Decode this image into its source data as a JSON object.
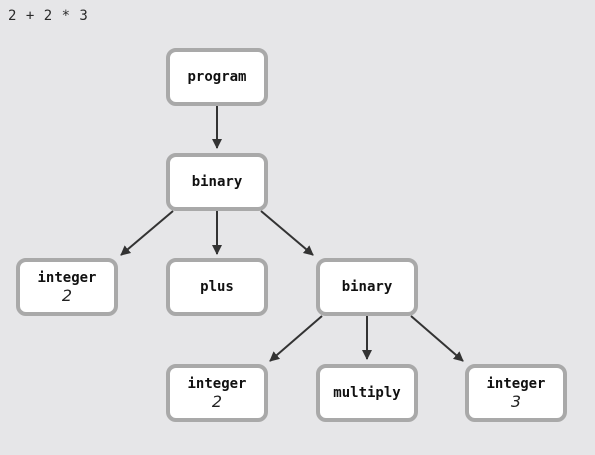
{
  "expression": "2 + 2 * 3",
  "colors": {
    "background": "#e6e6e8",
    "node_border": "#a9a9a9",
    "node_fill": "#ffffff",
    "arrow": "#333333"
  },
  "nodes": {
    "program": {
      "label": "program"
    },
    "binary1": {
      "label": "binary"
    },
    "integer1": {
      "label": "integer",
      "value": "2"
    },
    "plus": {
      "label": "plus"
    },
    "binary2": {
      "label": "binary"
    },
    "integer2": {
      "label": "integer",
      "value": "2"
    },
    "multiply": {
      "label": "multiply"
    },
    "integer3": {
      "label": "integer",
      "value": "3"
    }
  },
  "edges": [
    [
      "program",
      "binary1"
    ],
    [
      "binary1",
      "integer1"
    ],
    [
      "binary1",
      "plus"
    ],
    [
      "binary1",
      "binary2"
    ],
    [
      "binary2",
      "integer2"
    ],
    [
      "binary2",
      "multiply"
    ],
    [
      "binary2",
      "integer3"
    ]
  ]
}
